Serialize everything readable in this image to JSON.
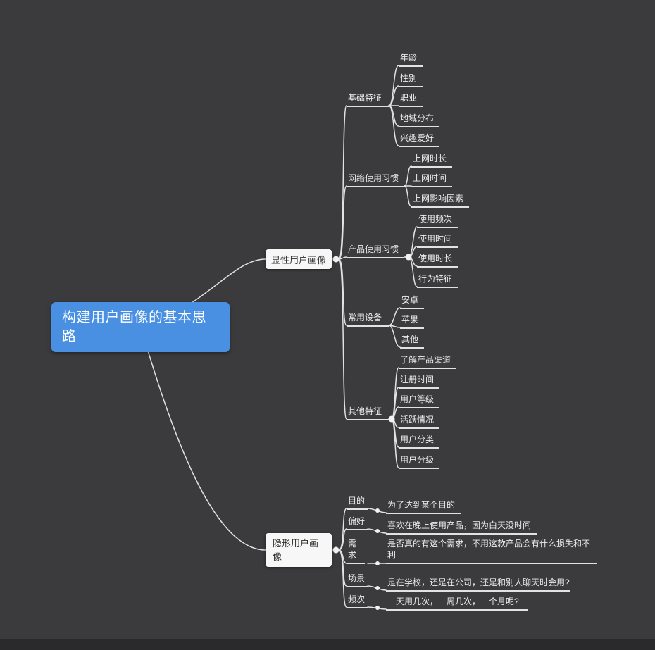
{
  "colors": {
    "background": "#3b3b3d",
    "bottom_bar": "#2a2a2c",
    "root_fill": "#4a90e2",
    "root_text": "#ffffff",
    "topic_fill": "#f7f7f7",
    "topic_text": "#2f2f2f",
    "branch_text": "#ececec",
    "line": "#e2e2e2"
  },
  "root": {
    "label": "构建用户画像的基本思路"
  },
  "branches": [
    {
      "label": "显性用户画像",
      "children": [
        {
          "label": "基础特征",
          "children": [
            {
              "label": "年龄"
            },
            {
              "label": "性别"
            },
            {
              "label": "职业"
            },
            {
              "label": "地域分布"
            },
            {
              "label": "兴趣爱好"
            }
          ]
        },
        {
          "label": "网络使用习惯",
          "children": [
            {
              "label": "上网时长"
            },
            {
              "label": "上网时间"
            },
            {
              "label": "上网影响因素"
            }
          ]
        },
        {
          "label": "产品使用习惯",
          "children": [
            {
              "label": "使用频次"
            },
            {
              "label": "使用时间"
            },
            {
              "label": "使用时长"
            },
            {
              "label": "行为特征"
            }
          ]
        },
        {
          "label": "常用设备",
          "children": [
            {
              "label": "安卓"
            },
            {
              "label": "苹果"
            },
            {
              "label": "其他"
            }
          ]
        },
        {
          "label": "其他特征",
          "children": [
            {
              "label": "了解产品渠道"
            },
            {
              "label": "注册时间"
            },
            {
              "label": "用户等级"
            },
            {
              "label": "活跃情况"
            },
            {
              "label": "用户分类"
            },
            {
              "label": "用户分级"
            }
          ]
        }
      ]
    },
    {
      "label": "隐形用户画像",
      "children": [
        {
          "label": "目的",
          "children": [
            {
              "label": "为了达到某个目的"
            }
          ]
        },
        {
          "label": "偏好",
          "children": [
            {
              "label": "喜欢在晚上使用产品，因为白天没时间"
            }
          ]
        },
        {
          "label": "需求",
          "children": [
            {
              "label": "是否真的有这个需求，不用这款产品会有什么损失和不利"
            }
          ]
        },
        {
          "label": "场景",
          "children": [
            {
              "label": "是在学校，还是在公司，还是和别人聊天时会用?"
            }
          ]
        },
        {
          "label": "频次",
          "children": [
            {
              "label": "一天用几次，一周几次，一个月呢?"
            }
          ]
        }
      ]
    }
  ]
}
